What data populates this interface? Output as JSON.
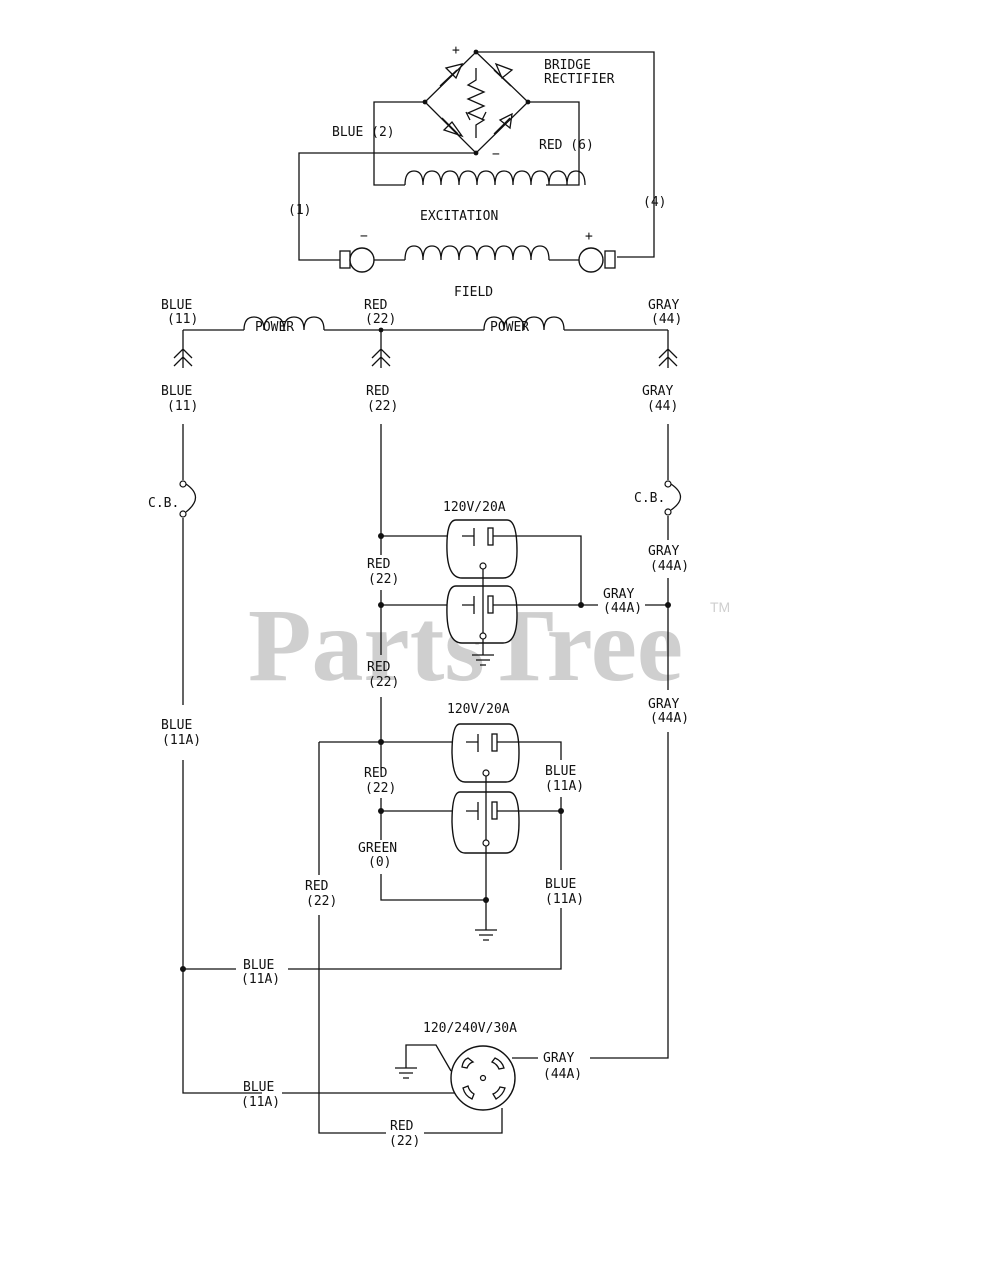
{
  "watermark": {
    "text": "PartsTree",
    "trademark": "TM"
  },
  "rectifier": {
    "title_line1": "BRIDGE",
    "title_line2": "RECTIFIER",
    "plus": "+",
    "minus": "−"
  },
  "excitation": {
    "label": "EXCITATION",
    "wire_blue": "BLUE (2)",
    "wire_red": "RED (6)",
    "wire_1": "(1)",
    "wire_4": "(4)"
  },
  "field": {
    "label": "FIELD",
    "minus": "−",
    "plus": "+"
  },
  "power": {
    "label_left": "POWER",
    "label_right": "POWER"
  },
  "top_wires": {
    "blue_name": "BLUE",
    "blue_num": "(11)",
    "red_name": "RED",
    "red_num": "(22)",
    "gray_name": "GRAY",
    "gray_num": "(44)"
  },
  "breakers": {
    "left": "C.B.",
    "right": "C.B."
  },
  "receptacle_top": {
    "rating": "120V/20A",
    "red_name": "RED",
    "red_num": "(22)",
    "gray_name": "GRAY",
    "gray_num": "(44A)"
  },
  "right_gray": {
    "upper_name": "GRAY",
    "upper_num": "(44A)",
    "lower_name": "GRAY",
    "lower_num": "(44A)"
  },
  "receptacle_mid": {
    "rating": "120V/20A",
    "red_name": "RED",
    "red_num": "(22)",
    "blue_name": "BLUE",
    "blue_num": "(11A)",
    "green_name": "GREEN",
    "green_num": "(0)",
    "blue2_name": "BLUE",
    "blue2_num": "(11A)"
  },
  "left_blue": {
    "name": "BLUE",
    "num": "(11A)"
  },
  "red_down": {
    "name": "RED",
    "num": "(22)"
  },
  "blue_bus": {
    "name": "BLUE",
    "num": "(11A)"
  },
  "twistlock": {
    "rating": "120/240V/30A",
    "gray_name": "GRAY",
    "gray_num": "(44A)",
    "blue_name": "BLUE",
    "blue_num": "(11A)",
    "red_name": "RED",
    "red_num": "(22)"
  }
}
